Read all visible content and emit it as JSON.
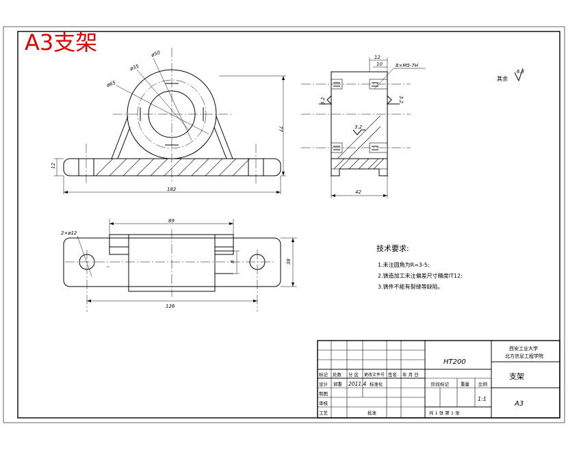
{
  "drawing": {
    "title_stamp": "A3支架",
    "stamp_color": "#e00000",
    "line_color": "#000000"
  },
  "front_view": {
    "dia_50": "ø50",
    "dia_35": "ø35",
    "dia_65": "ø65",
    "height": "77",
    "base_thk": "12",
    "length": "182"
  },
  "side_view": {
    "dim_12": "12",
    "dim_10": "10",
    "thread": "8×M5-7H",
    "rough_left": "3.2",
    "rough_right": "3.2",
    "rough_bottom": "3.2",
    "width": "42"
  },
  "surface_note": {
    "prefix": "其余",
    "value": "6.3"
  },
  "top_view": {
    "holes": "2×ø12",
    "dim_89": "89",
    "dim_8": "8",
    "dim_38": "38",
    "dim_126": "126"
  },
  "notes": {
    "heading": "技术要求:",
    "items": [
      "1.未注圆角为R=3-5;",
      "2.铸造加工未注偏差尺寸精度IT12;",
      "3.铸件不能有裂缝等缺陷。"
    ]
  },
  "title_block": {
    "material": "HT200",
    "school_line1": "西安工业大学",
    "school_line2": "北方信息工程学院",
    "part_name": "支架",
    "headers": [
      "标记",
      "处数",
      "分 区",
      "更改文件号",
      "签名",
      "年 月 日"
    ],
    "design_label": "设计",
    "designer": "郭重",
    "date": "2011.4",
    "std_label": "标准化",
    "stage_label": "阶段标记",
    "weight_label": "重量",
    "scale_label": "比例",
    "scale": "1:1",
    "check_label": "审核",
    "process_label": "工艺",
    "approve_label": "批准",
    "draw_label": "制图",
    "sheet_text": "共 1 张   第 1 张",
    "sheet_size": "A3"
  }
}
